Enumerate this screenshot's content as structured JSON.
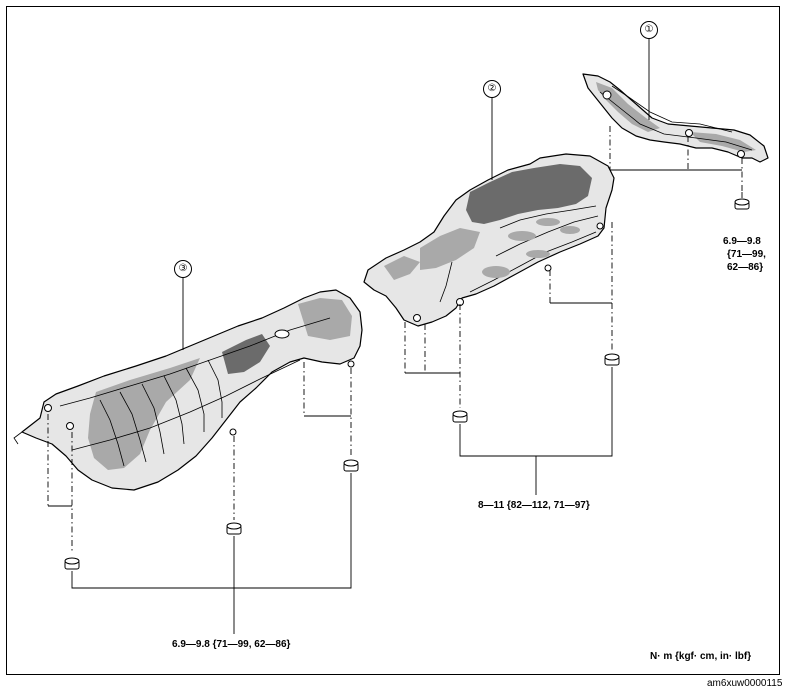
{
  "callouts": [
    {
      "id": "1",
      "label": "①"
    },
    {
      "id": "2",
      "label": "②"
    },
    {
      "id": "3",
      "label": "③"
    }
  ],
  "torque_specs": {
    "part1": [
      "6.9—9.8",
      "{71—99,",
      "62—86}"
    ],
    "part2": "8—11  {82—112,  71—97}",
    "part3": "6.9—9.8  {71—99,  62—86}"
  },
  "units_note": "N· m  {kgf· cm,  in· lbf}",
  "figure_code": "am6xuw0000115"
}
